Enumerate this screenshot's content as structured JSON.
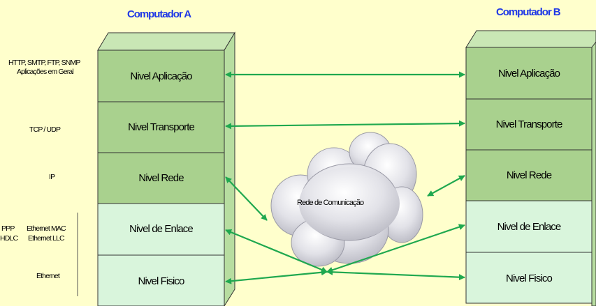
{
  "titles": {
    "computer_a": "Computador A",
    "computer_b": "Computador B"
  },
  "layers": {
    "application": "Nivel Aplicação",
    "transport": "Nivel Transporte",
    "network": "Nivel Rede",
    "link": "Nivel de Enlace",
    "physical": "Nivel Fisico"
  },
  "protocols": {
    "application_line1": "HTTP, SMTP, FTP, SNMP",
    "application_line2": "Aplicações em Geral",
    "transport": "TCP / UDP",
    "network": "IP",
    "link_ppp": "PPP",
    "link_hdlc": "HDLC",
    "link_eth_mac": "Ethernet MAC",
    "link_eth_llc": "Ethernet LLC",
    "physical": "Ethernet"
  },
  "cloud_label": "Rede de Comunicação",
  "colors": {
    "background": "#FFFFCC",
    "upper_layer_fill": "#A9D18E",
    "lower_layer_fill": "#D9F5DC",
    "arrow": "#1FA84F",
    "title": "#1E37E6"
  }
}
